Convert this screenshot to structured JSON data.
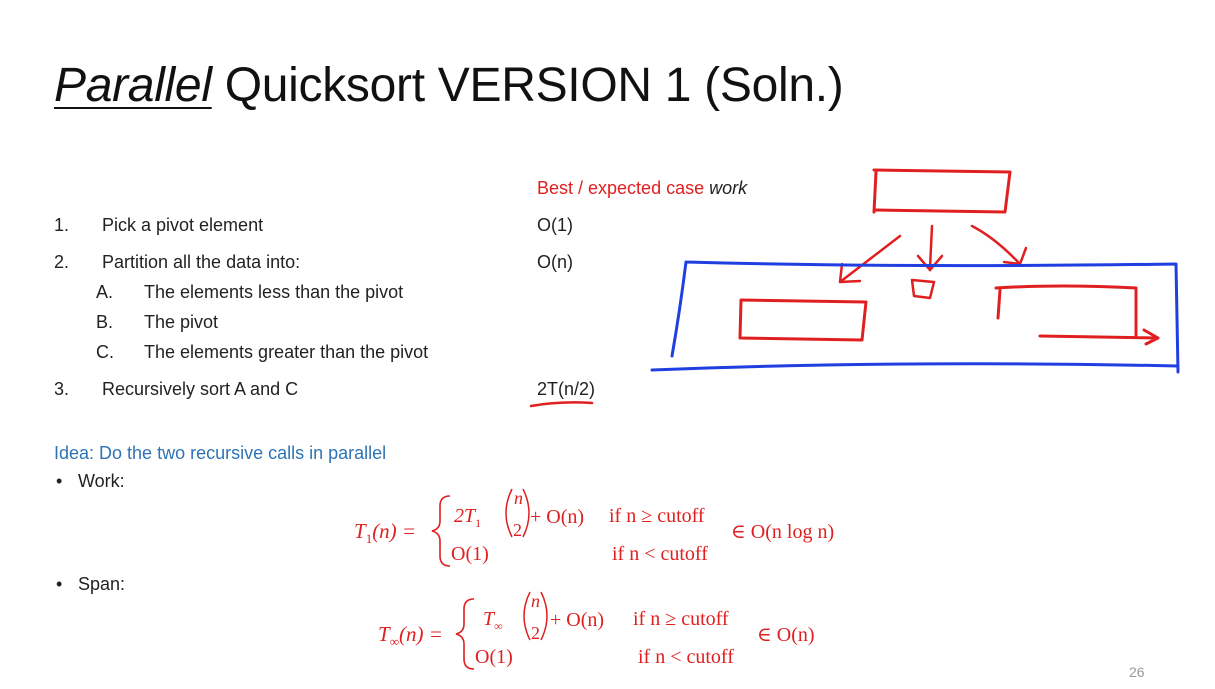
{
  "title": {
    "italic_word": "Parallel",
    "rest": " Quicksort VERSION 1 (Soln.)"
  },
  "cost_header": {
    "red_part": "Best / expected case ",
    "italic_part": "work"
  },
  "steps": [
    {
      "num": "1.",
      "text": "Pick a pivot element",
      "cost": "O(1)"
    },
    {
      "num": "2.",
      "text": "Partition all the data into:",
      "cost": "O(n)"
    },
    {
      "num": "3.",
      "text": "Recursively sort A and C",
      "cost": "2T(n/2)"
    }
  ],
  "substeps": [
    {
      "letter": "A.",
      "text": "The elements less than the pivot"
    },
    {
      "letter": "B.",
      "text": "The pivot"
    },
    {
      "letter": "C.",
      "text": "The elements greater than the pivot"
    }
  ],
  "idea": "Idea: Do the two recursive calls in parallel",
  "work_label": "Work:",
  "span_label": "Span:",
  "bullet_symbol": "•",
  "work_formula": {
    "lhs": "T",
    "lhs_sub": "1",
    "lhs_arg": "(n) =",
    "case1_prefix": "2T",
    "case1_sub": "1",
    "frac_num": "n",
    "frac_den": "2",
    "case1_suffix": "+ O(n)",
    "cond1": "if n ≥ cutoff",
    "case2": "O(1)",
    "cond2": "if n < cutoff",
    "result": "∈ O(n log n)"
  },
  "span_formula": {
    "lhs": "T",
    "lhs_sub": "∞",
    "lhs_arg": "(n) =",
    "case1_prefix": "T",
    "case1_sub": "∞",
    "frac_num": "n",
    "frac_den": "2",
    "case1_suffix": "+ O(n)",
    "cond1": "if n ≥ cutoff",
    "case2": "O(1)",
    "cond2": "if n < cutoff",
    "result": "∈ O(n)"
  },
  "page_number": "26",
  "colors": {
    "ink_red": "#e02020",
    "ink_blue": "#1f3fe0",
    "accent_blue": "#2e74b5"
  }
}
